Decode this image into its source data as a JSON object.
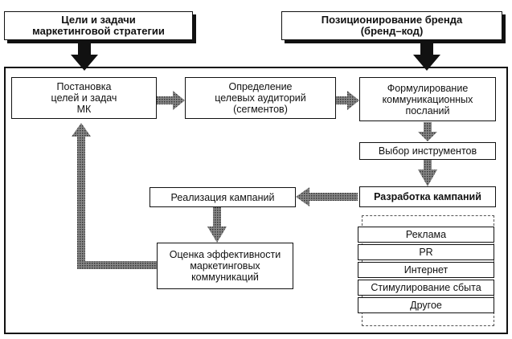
{
  "top": {
    "strategy": "Цели и задачи\nмаркетинговой стратегии",
    "brand": "Позиционирование бренда\n(бренд–код)"
  },
  "boxes": {
    "goals": "Постановка\nцелей и задач\nМК",
    "audience": "Определение\nцелевых аудиторий\n(сегментов)",
    "messages": "Формулирование\nкоммуникационных\nпосланий",
    "tools": "Выбор инструментов",
    "development": "Разработка кампаний",
    "realization": "Реализация кампаний",
    "evaluation": "Оценка эффективности\nмаркетинговых\nкоммуникаций"
  },
  "instruments": [
    "Реклама",
    "PR",
    "Интернет",
    "Стимулирование сбыта",
    "Другое"
  ]
}
